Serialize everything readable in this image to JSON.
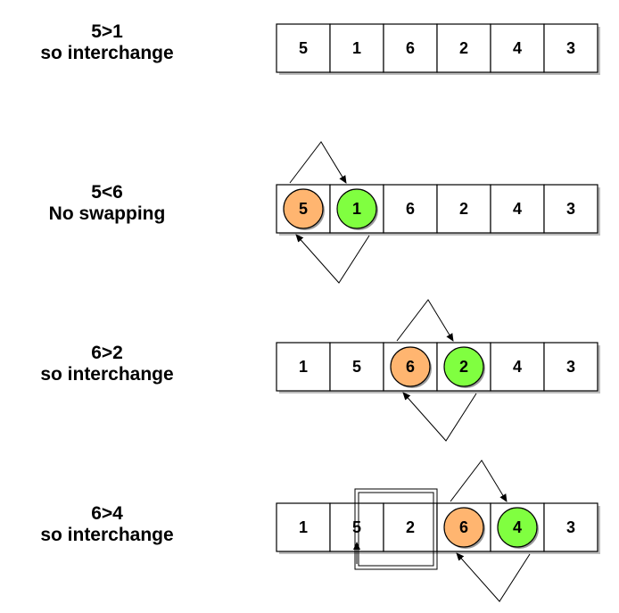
{
  "rows": [
    {
      "caption": [
        "5>1",
        "so interchange"
      ],
      "cells": [
        "5",
        "1",
        "6",
        "2",
        "4",
        "3"
      ],
      "orange": -1,
      "green": -1,
      "arrows": null,
      "box": null
    },
    {
      "caption": [
        "5<6",
        "No swapping"
      ],
      "cells": [
        "5",
        "1",
        "6",
        "2",
        "4",
        "3"
      ],
      "orange": 0,
      "green": 1,
      "arrows": [
        0,
        1
      ],
      "box": null
    },
    {
      "caption": [
        "6>2",
        "so interchange"
      ],
      "cells": [
        "1",
        "5",
        "6",
        "2",
        "4",
        "3"
      ],
      "orange": 2,
      "green": 3,
      "arrows": [
        2,
        3
      ],
      "box": null
    },
    {
      "caption": [
        "6>4",
        "so interchange"
      ],
      "cells": [
        "1",
        "5",
        "2",
        "6",
        "4",
        "3"
      ],
      "orange": 3,
      "green": 4,
      "arrows": [
        3,
        4
      ],
      "box": [
        1,
        2
      ]
    }
  ],
  "colors": {
    "orange_fill": "#FFB570",
    "green_fill": "#80FF40",
    "circle_stroke": "#000000",
    "cell_stroke": "#000000",
    "shadow": "#bdbdbd"
  }
}
